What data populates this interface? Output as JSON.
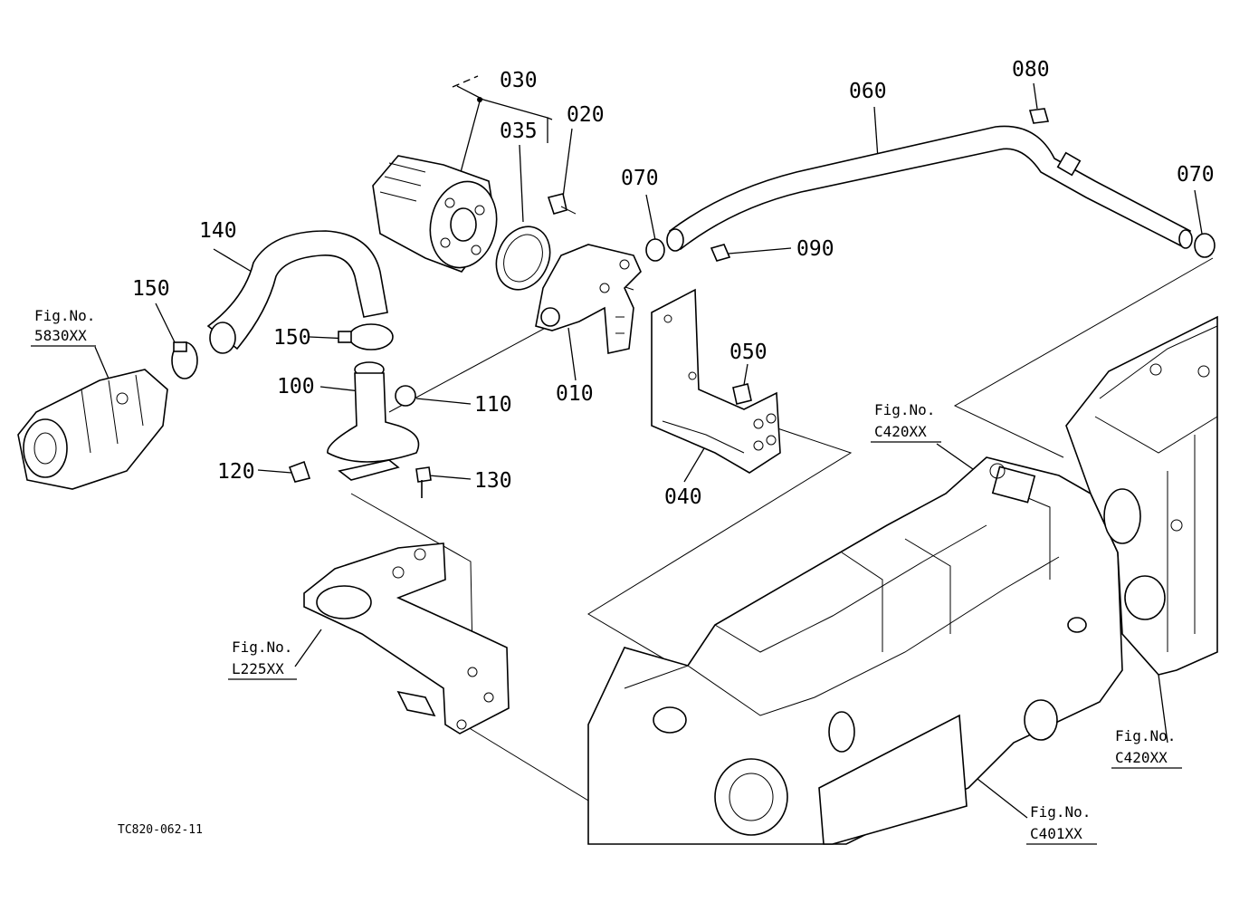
{
  "diagram_code": "TC820-062-11",
  "part_labels": {
    "p030": "030",
    "p035": "035",
    "p020": "020",
    "p070a": "070",
    "p060": "060",
    "p080": "080",
    "p070b": "070",
    "p090": "090",
    "p140": "140",
    "p150a": "150",
    "p150b": "150",
    "p100": "100",
    "p110": "110",
    "p010": "010",
    "p050": "050",
    "p040": "040",
    "p120": "120",
    "p130": "130"
  },
  "figure_refs": {
    "pump": {
      "prefix": "Fig.No.",
      "code": "5830XX"
    },
    "bracket": {
      "prefix": "Fig.No.",
      "code": "L225XX"
    },
    "housing_top": {
      "prefix": "Fig.No.",
      "code": "C420XX"
    },
    "housing_side": {
      "prefix": "Fig.No.",
      "code": "C420XX"
    },
    "case_front": {
      "prefix": "Fig.No.",
      "code": "C401XX"
    }
  }
}
